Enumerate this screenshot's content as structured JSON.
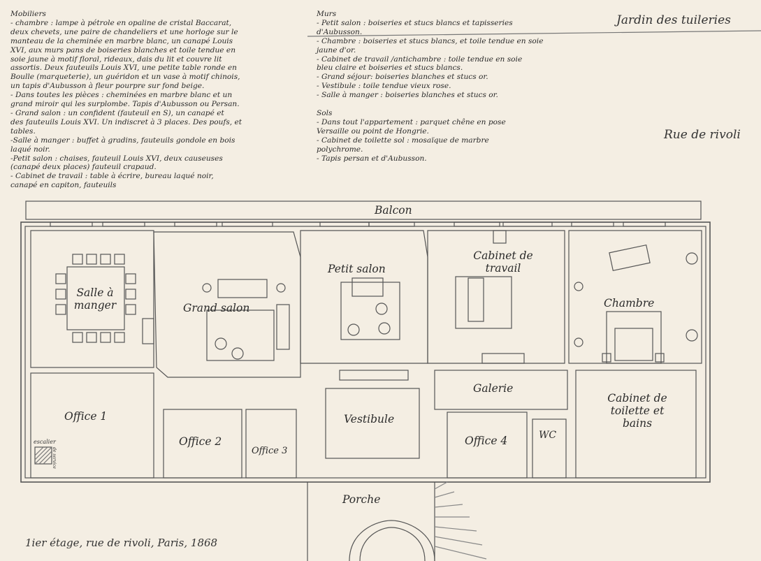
{
  "notes_left": {
    "lines": [
      "Mobiliers",
      "- chambre : lampe à pétrole en opaline de cristal Baccarat,",
      "deux chevets, une paire de chandeliers et une horloge sur le",
      "manteau de la cheminée en marbre blanc, un canapé Louis",
      "XVI, aux murs pans de boiseries blanches et toile tendue en",
      "soie jaune à motif floral, rideaux, dais du lit et couvre lit",
      "assortis. Deux fauteuils Louis XVI, une petite table ronde en",
      "Boulle (marqueterie), un guéridon et un vase à motif chinois,",
      "un tapis d'Aubusson à fleur pourpre sur fond beige.",
      "- Dans toutes les pièces : cheminées en marbre blanc et un",
      "grand miroir qui les surplombe. Tapis d'Aubusson ou Persan.",
      "- Grand salon : un confident (fauteuil en S), un canapé et",
      "des fauteuils Louis XVI. Un indiscret à 3 places. Des poufs, et",
      "tables.",
      "-Salle à manger : buffet à gradins, fauteuils gondole en bois",
      "laqué noir.",
      "-Petit salon : chaises, fauteuil Louis XVI, deux causeuses",
      "(canapé deux places) fauteuil crapaud.",
      "- Cabinet de travail : table à écrire, bureau laqué noir,",
      "canapé en capiton, fauteuils"
    ]
  },
  "notes_right": {
    "lines": [
      "Murs",
      "- Petit salon : boiseries et stucs blancs et tapisseries",
      "d'Aubusson.",
      "- Chambre : boiseries et stucs blancs, et toile tendue en soie",
      "jaune d'or.",
      "- Cabinet de travail /antichambre : toile tendue en soie",
      "bleu claire et boiseries et stucs blancs.",
      "- Grand séjour: boiseries blanches et stucs or.",
      "- Vestibule : toile tendue vieux rose.",
      "- Salle à manger : boiseries blanches et stucs or.",
      "",
      "Sols",
      "- Dans tout l'appartement : parquet chêne en pose",
      "Versaille ou point de Hongrie.",
      "- Cabinet de toilette sol : mosaïque de marbre",
      "polychrome.",
      "- Tapis persan et d'Aubusson."
    ]
  },
  "streets": {
    "jardin": "Jardin des tuileries",
    "rivoli": "Rue de rivoli"
  },
  "rooms": {
    "balcon": "Balcon",
    "salle_a_manger": "Salle à manger",
    "grand_salon": "Grand salon",
    "petit_salon": "Petit salon",
    "cabinet_travail": "Cabinet de travail",
    "chambre": "Chambre",
    "office1": "Office 1",
    "office2": "Office 2",
    "office3": "Office 3",
    "vestibule": "Vestibule",
    "galerie": "Galerie",
    "office4": "Office 4",
    "wc": "WC",
    "cabinet_toilette": "Cabinet de toilette et bains",
    "porche": "Porche",
    "escalier": "escalier",
    "de_service": "de service"
  },
  "caption": "1ier étage, rue de rivoli, Paris, 1868",
  "colors": {
    "paper": "#f4eee3",
    "ink": "#2b2b2b"
  }
}
